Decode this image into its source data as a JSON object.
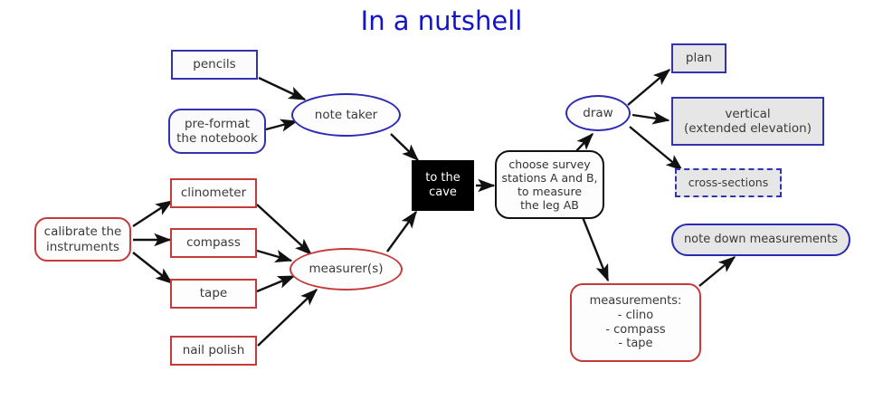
{
  "title": "In a nutshell",
  "colors": {
    "title": "#1414c8",
    "blue_border": "#3333b0",
    "red_border": "#c73a3a",
    "black_fill": "#000000",
    "gray_fill": "#e6e6e6",
    "text": "#3a3a3a"
  },
  "nodes": {
    "pencils": {
      "label": "pencils"
    },
    "preformat": {
      "label": "pre-format\nthe notebook"
    },
    "note_taker": {
      "label": "note taker"
    },
    "calibrate": {
      "label": "calibrate the\ninstruments"
    },
    "clinometer": {
      "label": "clinometer"
    },
    "compass": {
      "label": "compass"
    },
    "tape": {
      "label": "tape"
    },
    "nail_polish": {
      "label": "nail polish"
    },
    "measurers": {
      "label": "measurer(s)"
    },
    "to_the_cave": {
      "label": "to the\ncave"
    },
    "choose_survey": {
      "label": "choose survey\nstations A and B,\nto measure\nthe leg AB"
    },
    "draw": {
      "label": "draw"
    },
    "plan": {
      "label": "plan"
    },
    "vertical": {
      "label": "vertical\n(extended elevation)"
    },
    "cross_sections": {
      "label": "cross-sections"
    },
    "measurements": {
      "label": "measurements:\n- clino\n- compass\n- tape"
    },
    "note_down": {
      "label": "note down measurements"
    }
  },
  "edges": [
    {
      "from": "pencils",
      "to": "note_taker"
    },
    {
      "from": "preformat",
      "to": "note_taker"
    },
    {
      "from": "note_taker",
      "to": "to_the_cave"
    },
    {
      "from": "calibrate",
      "to": "clinometer"
    },
    {
      "from": "calibrate",
      "to": "compass"
    },
    {
      "from": "calibrate",
      "to": "tape"
    },
    {
      "from": "clinometer",
      "to": "measurers"
    },
    {
      "from": "compass",
      "to": "measurers"
    },
    {
      "from": "tape",
      "to": "measurers"
    },
    {
      "from": "nail_polish",
      "to": "measurers"
    },
    {
      "from": "measurers",
      "to": "to_the_cave"
    },
    {
      "from": "to_the_cave",
      "to": "choose_survey"
    },
    {
      "from": "choose_survey",
      "to": "draw"
    },
    {
      "from": "choose_survey",
      "to": "measurements"
    },
    {
      "from": "draw",
      "to": "plan"
    },
    {
      "from": "draw",
      "to": "vertical"
    },
    {
      "from": "draw",
      "to": "cross_sections"
    },
    {
      "from": "measurements",
      "to": "note_down"
    }
  ]
}
